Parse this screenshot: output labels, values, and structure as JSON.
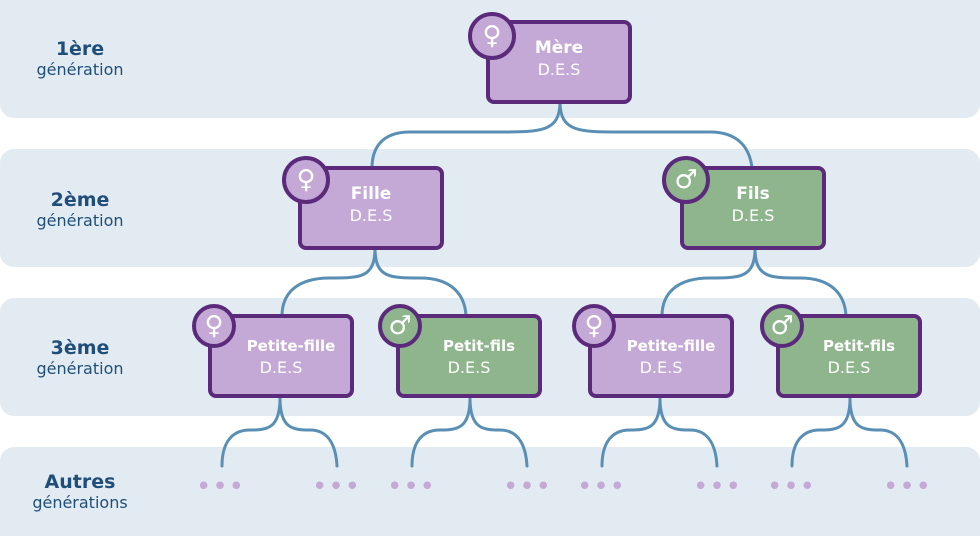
{
  "generations": [
    {
      "number": "1ère",
      "word": "génération"
    },
    {
      "number": "2ème",
      "word": "génération"
    },
    {
      "number": "3ème",
      "word": "génération"
    },
    {
      "number": "Autres",
      "word": "générations"
    }
  ],
  "nodes": {
    "mere": {
      "name": "Mère",
      "code": "D.E.S",
      "sex": "female"
    },
    "fille": {
      "name": "Fille",
      "code": "D.E.S",
      "sex": "female"
    },
    "fils": {
      "name": "Fils",
      "code": "D.E.S",
      "sex": "male"
    },
    "petite_fille_1": {
      "name": "Petite-fille",
      "code": "D.E.S",
      "sex": "female"
    },
    "petit_fils_1": {
      "name": "Petit-fils",
      "code": "D.E.S",
      "sex": "male"
    },
    "petite_fille_2": {
      "name": "Petite-fille",
      "code": "D.E.S",
      "sex": "female"
    },
    "petit_fils_2": {
      "name": "Petit-fils",
      "code": "D.E.S",
      "sex": "male"
    }
  },
  "symbols": {
    "female": "♀",
    "male": "♂"
  },
  "ellipsis": "•••",
  "colors": {
    "band": "#e3ebf2",
    "label": "#1f4e79",
    "border": "#5b2a7a",
    "female": "#c4a8d6",
    "male": "#8fb58d",
    "connector": "#5a8fb5"
  }
}
